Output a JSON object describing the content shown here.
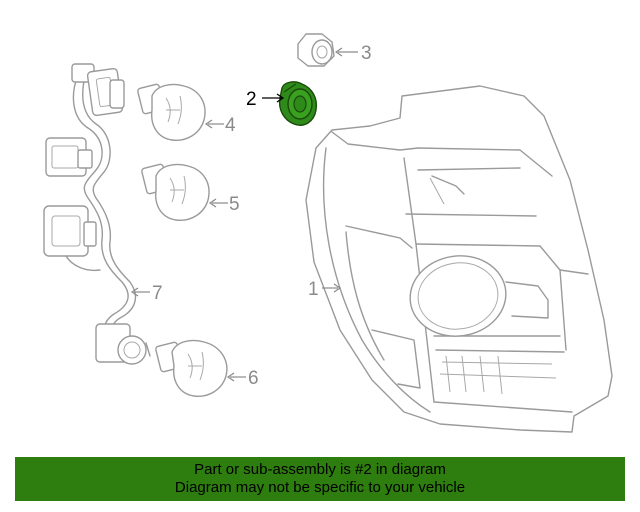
{
  "callouts": {
    "c1": "1",
    "c2": "2",
    "c3": "3",
    "c4": "4",
    "c5": "5",
    "c6": "6",
    "c7": "7"
  },
  "highlight_color": "#2e8b1a",
  "banner": {
    "line1": "Part or sub-assembly is #2 in diagram",
    "line2": "Diagram may not be specific to your vehicle",
    "color": "#2e7d0f"
  }
}
